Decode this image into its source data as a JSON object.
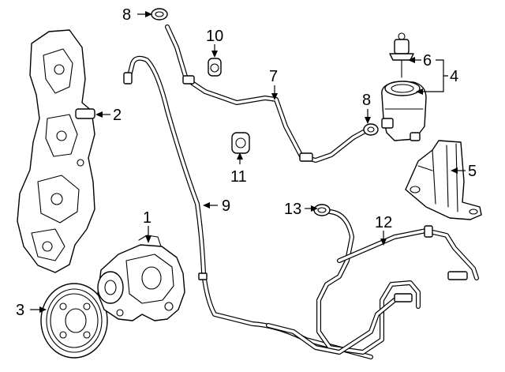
{
  "callouts": {
    "c1": "1",
    "c2": "2",
    "c3": "3",
    "c4": "4",
    "c5": "5",
    "c6": "6",
    "c7": "7",
    "c8a": "8",
    "c8b": "8",
    "c9": "9",
    "c10": "10",
    "c11": "11",
    "c12": "12",
    "c13": "13"
  },
  "colors": {
    "line": "#000000",
    "background": "#ffffff"
  }
}
